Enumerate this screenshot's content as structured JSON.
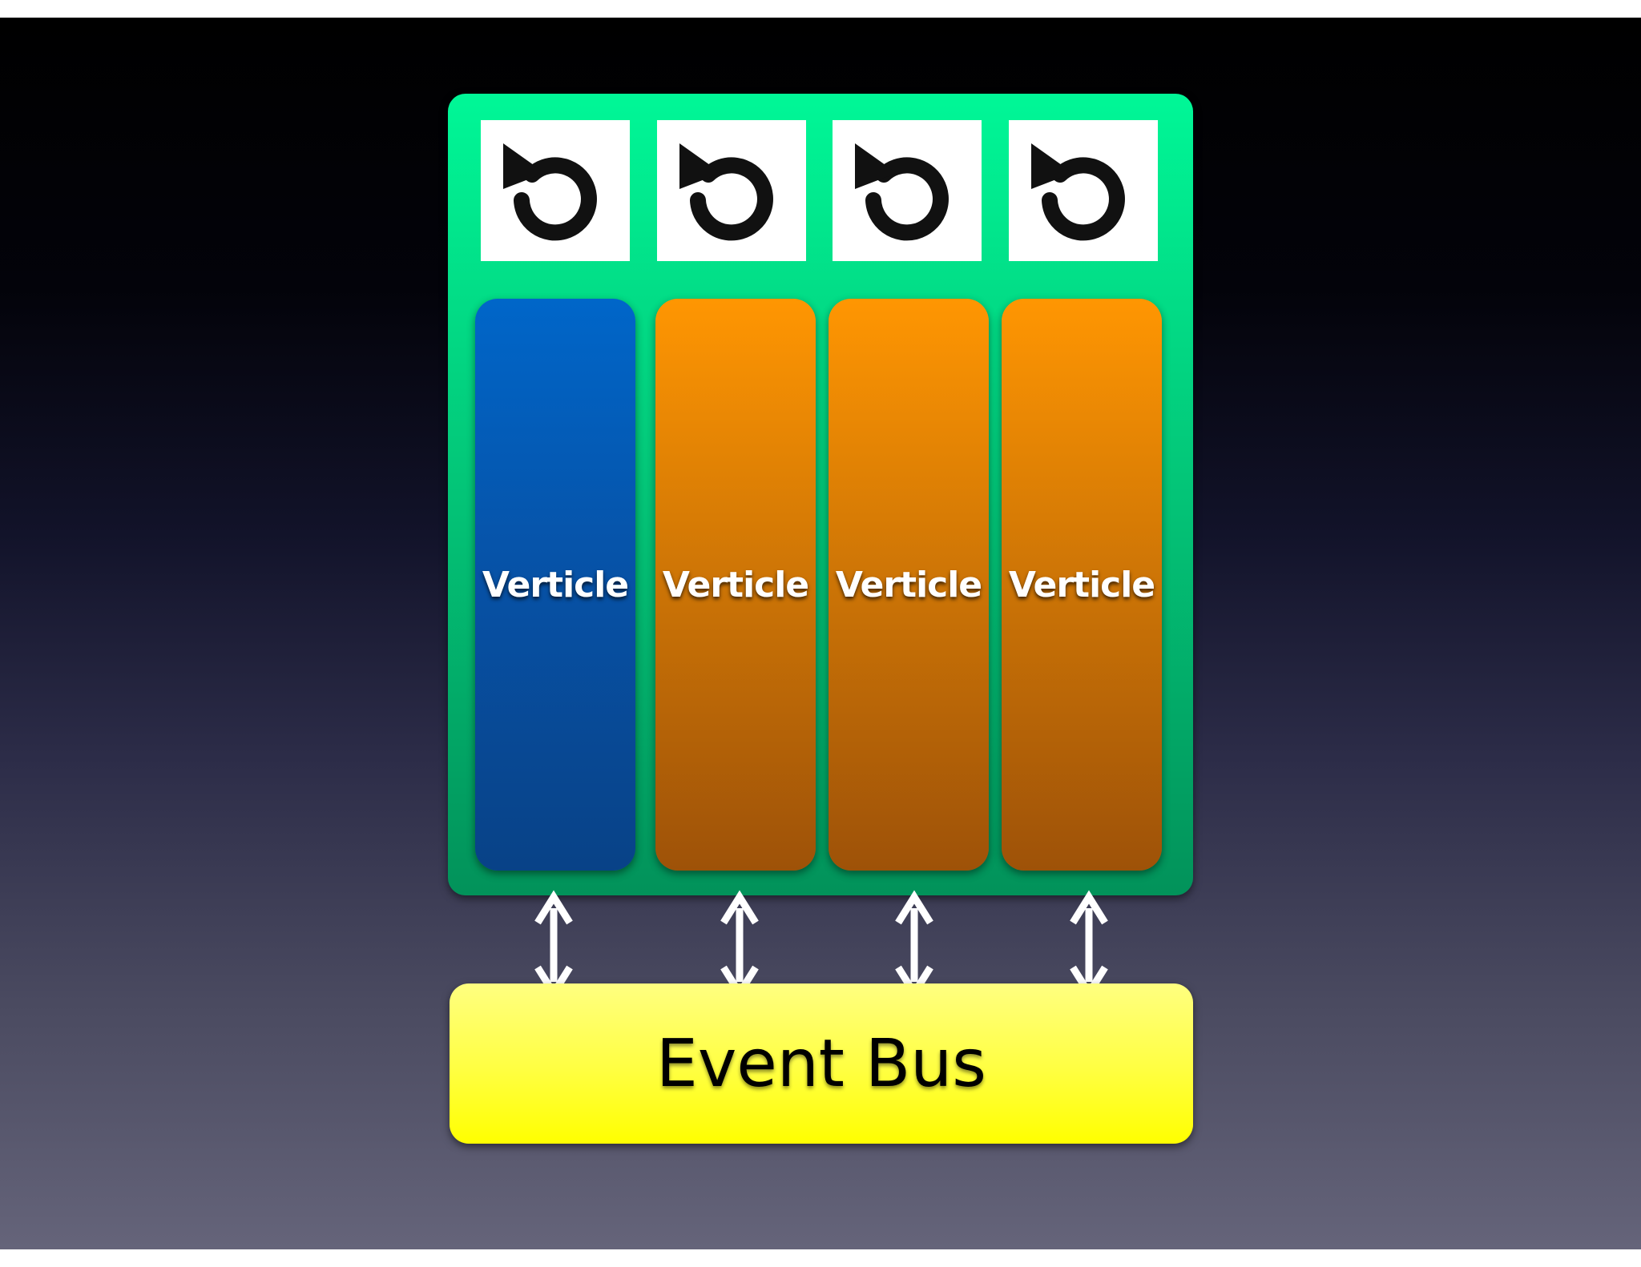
{
  "slide": {
    "background_top_color": "#000000",
    "background_bottom_color": "#65647a"
  },
  "container": {
    "color": "#00f797"
  },
  "loop_icons": [
    {
      "icon": "event-loop-icon"
    },
    {
      "icon": "event-loop-icon"
    },
    {
      "icon": "event-loop-icon"
    },
    {
      "icon": "event-loop-icon"
    }
  ],
  "verticles": [
    {
      "label": "Verticle",
      "color": "#0066c9"
    },
    {
      "label": "Verticle",
      "color": "#ff9602"
    },
    {
      "label": "Verticle",
      "color": "#ff9602"
    },
    {
      "label": "Verticle",
      "color": "#ff9602"
    }
  ],
  "connectors": [
    {
      "icon": "double-arrow-icon"
    },
    {
      "icon": "double-arrow-icon"
    },
    {
      "icon": "double-arrow-icon"
    },
    {
      "icon": "double-arrow-icon"
    }
  ],
  "event_bus": {
    "label": "Event Bus",
    "color": "#ffff00"
  }
}
